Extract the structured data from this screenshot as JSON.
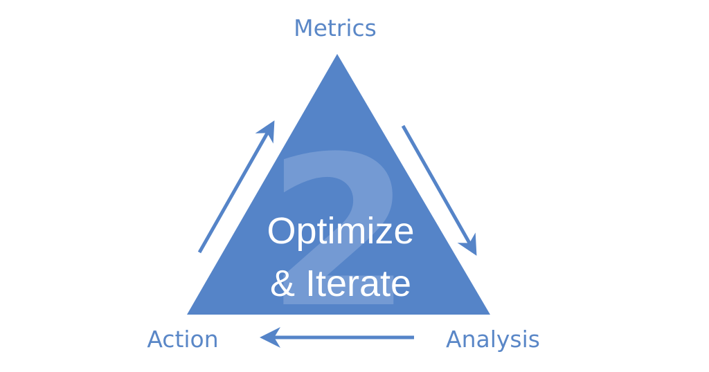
{
  "diagram": {
    "center": {
      "number": "2",
      "line1": "Optimize",
      "line2": "& Iterate"
    },
    "nodes": {
      "top": "Metrics",
      "bottom_right": "Analysis",
      "bottom_left": "Action"
    }
  },
  "colors": {
    "primary": "#5584c8",
    "label": "#5a87c7",
    "number_overlay": "#7a9fd6",
    "center_text": "#ffffff"
  }
}
